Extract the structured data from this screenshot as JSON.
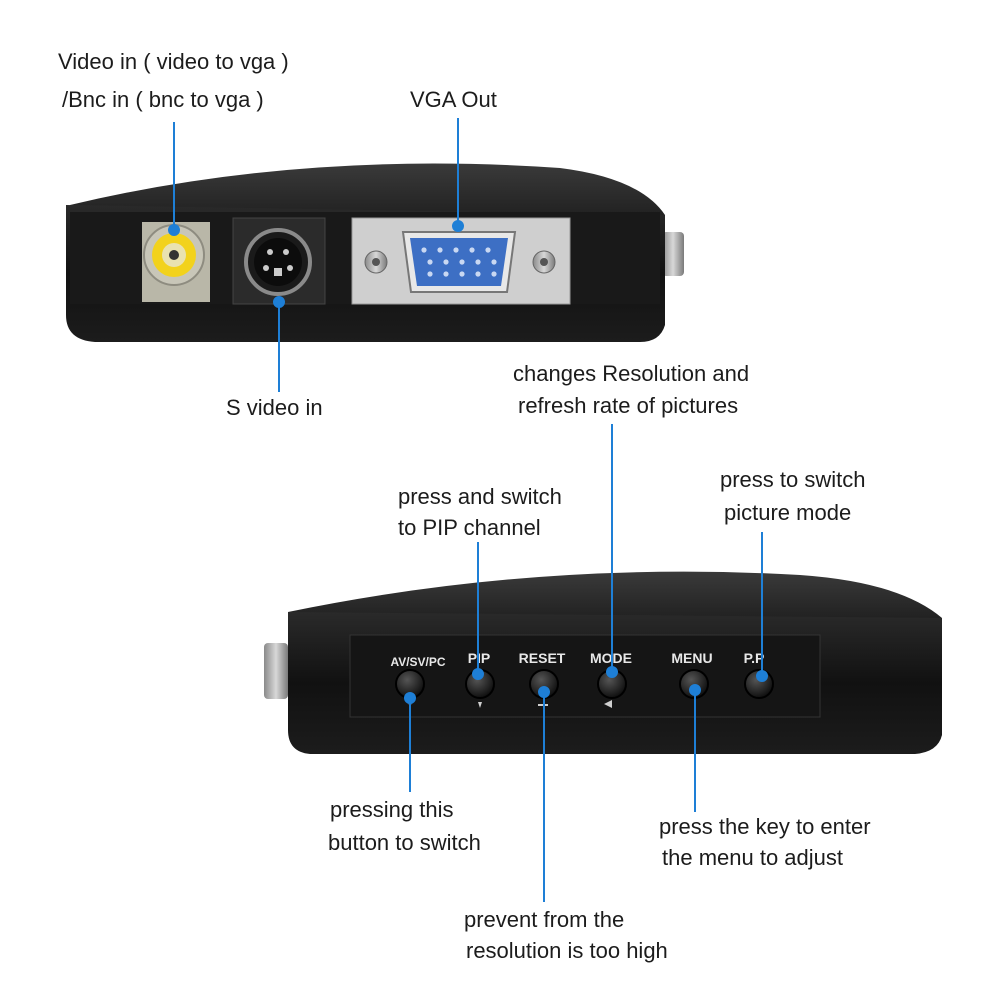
{
  "callouts": {
    "video_in_line1": "Video in ( video to vga )",
    "video_in_line2": "/Bnc in ( bnc to vga )",
    "vga_out": "VGA Out",
    "s_video_in": "S video in",
    "resolution_line1": "changes Resolution and",
    "resolution_line2": "refresh rate of pictures",
    "pip_line1": "press and switch",
    "pip_line2": "to PIP channel",
    "pp_line1": "press to switch",
    "pp_line2": "picture mode",
    "source_line1": "pressing this",
    "source_line2": "button to switch",
    "menu_line1": "press the key to enter",
    "menu_line2": "the menu to adjust",
    "reset_line1": "prevent from the",
    "reset_line2": "resolution is too high"
  },
  "buttons": {
    "source": "AV/SV/PC",
    "pip": "PIP",
    "reset": "RESET",
    "mode": "MODE",
    "menu": "MENU",
    "pp": "P.P"
  },
  "colors": {
    "leader_line": "#1e7fd6",
    "device_body": "#131313",
    "vga_port": "#3d6fc4",
    "rca_ring": "#f2d21c"
  }
}
